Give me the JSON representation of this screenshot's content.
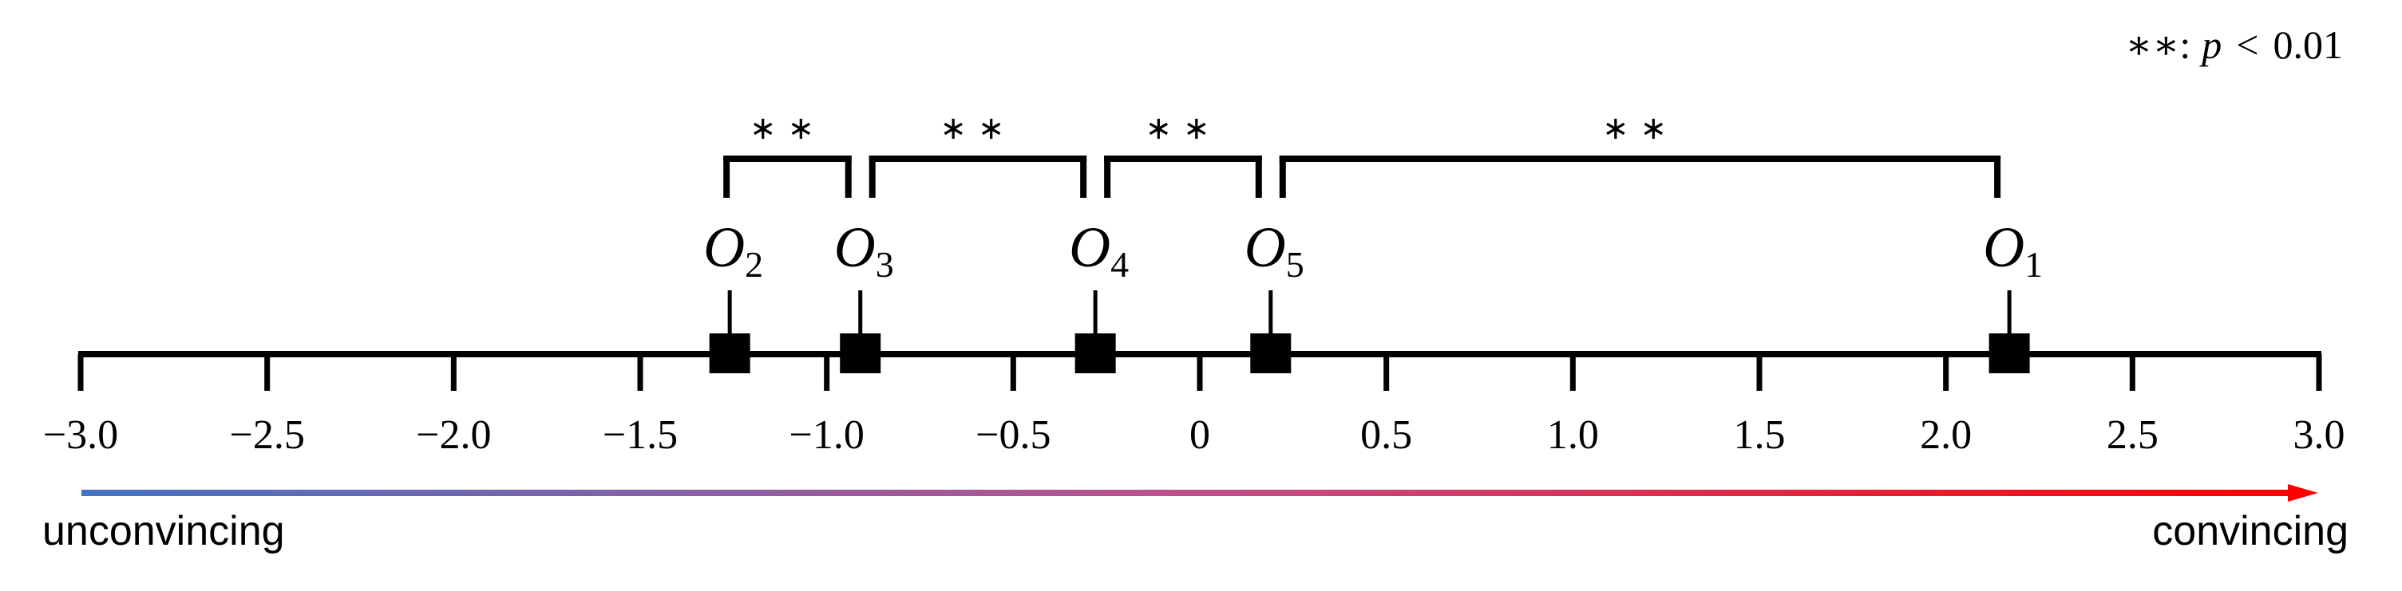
{
  "chart_data": {
    "type": "scatter",
    "title": "",
    "xlabel": "",
    "ylabel": "",
    "xlim": [
      -3.0,
      3.0
    ],
    "grid": false,
    "axis_ticks": [
      -3.0,
      -2.5,
      -2.0,
      -1.5,
      -1.0,
      -0.5,
      0,
      0.5,
      1.0,
      1.5,
      2.0,
      2.5,
      3.0
    ],
    "tick_labels": [
      "−3.0",
      "−2.5",
      "−2.0",
      "−1.5",
      "−1.0",
      "−0.5",
      "0",
      "0.5",
      "1.0",
      "1.5",
      "2.0",
      "2.5",
      "3.0"
    ],
    "points": [
      {
        "name": "O2",
        "base": "O",
        "sub": "2",
        "x": -1.26
      },
      {
        "name": "O3",
        "base": "O",
        "sub": "3",
        "x": -0.91
      },
      {
        "name": "O4",
        "base": "O",
        "sub": "4",
        "x": -0.28
      },
      {
        "name": "O5",
        "base": "O",
        "sub": "5",
        "x": 0.19
      },
      {
        "name": "O1",
        "base": "O",
        "sub": "1",
        "x": 2.17
      }
    ],
    "significance_brackets": [
      {
        "from": "O2",
        "to": "O3",
        "label": "∗∗"
      },
      {
        "from": "O3",
        "to": "O4",
        "label": "∗∗"
      },
      {
        "from": "O4",
        "to": "O5",
        "label": "∗∗"
      },
      {
        "from": "O5",
        "to": "O1",
        "label": "∗∗"
      }
    ],
    "legend": {
      "symbol": "∗∗:",
      "p_symbol": "p",
      "relation": "<",
      "threshold": "0.01",
      "position": "top-right"
    },
    "scale_arrow": {
      "left_label": "unconvincing",
      "right_label": "convincing",
      "color_start": "#4472C4",
      "color_mid": "#C0508C",
      "color_end": "#FF0000"
    }
  },
  "legend_text": {
    "stars": "∗∗:",
    "p": "p",
    "lt": "<",
    "value": "0.01"
  },
  "labels": {
    "left": "unconvincing",
    "right": "convincing"
  }
}
